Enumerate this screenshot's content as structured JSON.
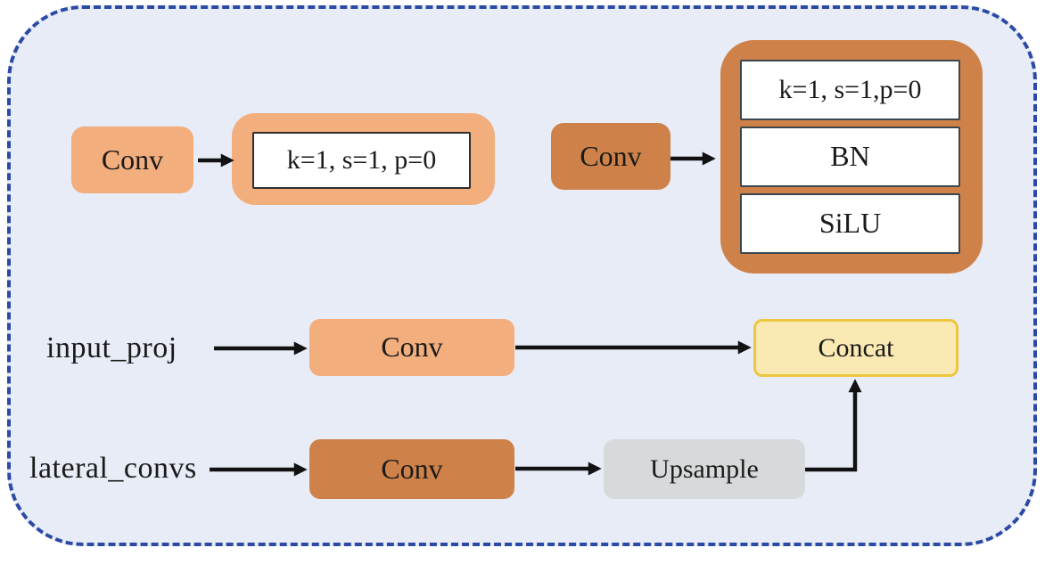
{
  "colors": {
    "panel_background": "#e8ecf7",
    "panel_border": "#2b4aa5",
    "conv_light": "#f2ae7d",
    "conv_dark": "#ce8249",
    "concat_fill": "#fbe9b4",
    "concat_border": "#edc63f",
    "upsample_fill": "#d6dada",
    "arrow": "#121212"
  },
  "legend_simple": {
    "conv": "Conv",
    "params": "k=1, s=1, p=0"
  },
  "legend_detailed": {
    "conv": "Conv",
    "layers": [
      "k=1, s=1,p=0",
      "BN",
      "SiLU"
    ]
  },
  "pipeline": {
    "input_label": "input_proj",
    "lateral_label": "lateral_convs",
    "input_conv": "Conv",
    "lateral_conv": "Conv",
    "concat": "Concat",
    "upsample": "Upsample"
  }
}
